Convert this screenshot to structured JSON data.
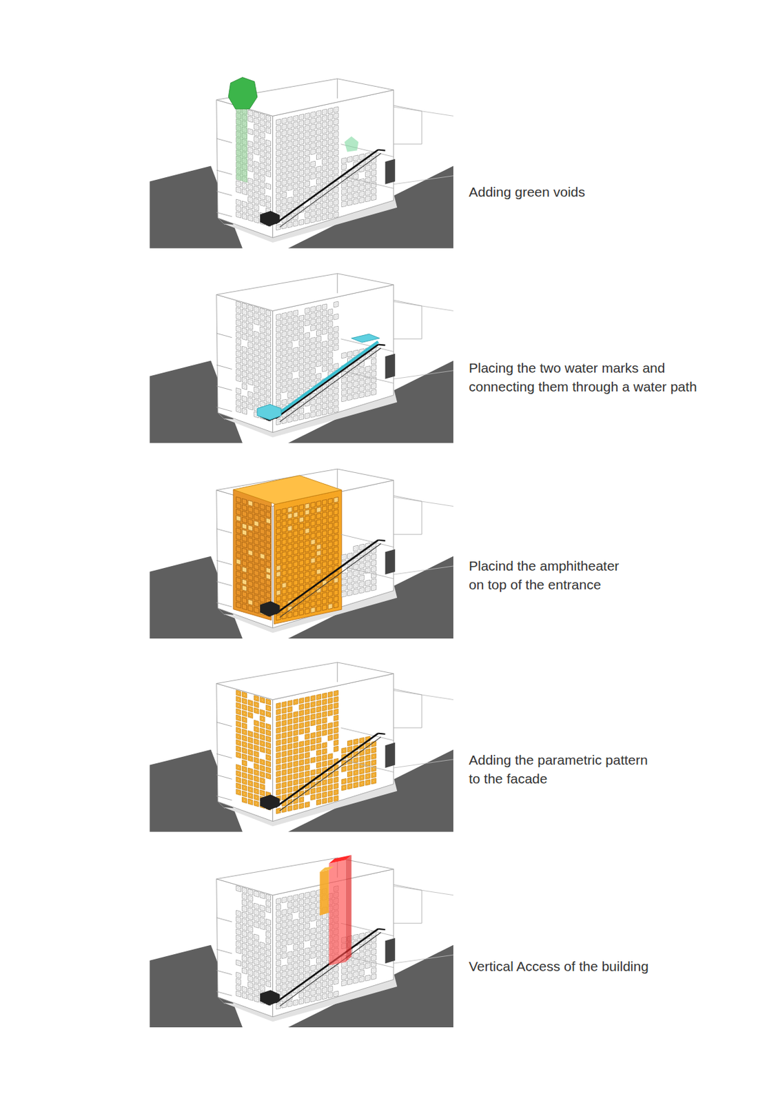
{
  "diagram": {
    "labels": [
      "Adding green voids",
      "Placing the two water marks and connecting them through a water path",
      "Placind the amphitheater on top of the entrance",
      "Adding the parametric pattern to the facade",
      "Vertical Access of the building"
    ]
  }
}
